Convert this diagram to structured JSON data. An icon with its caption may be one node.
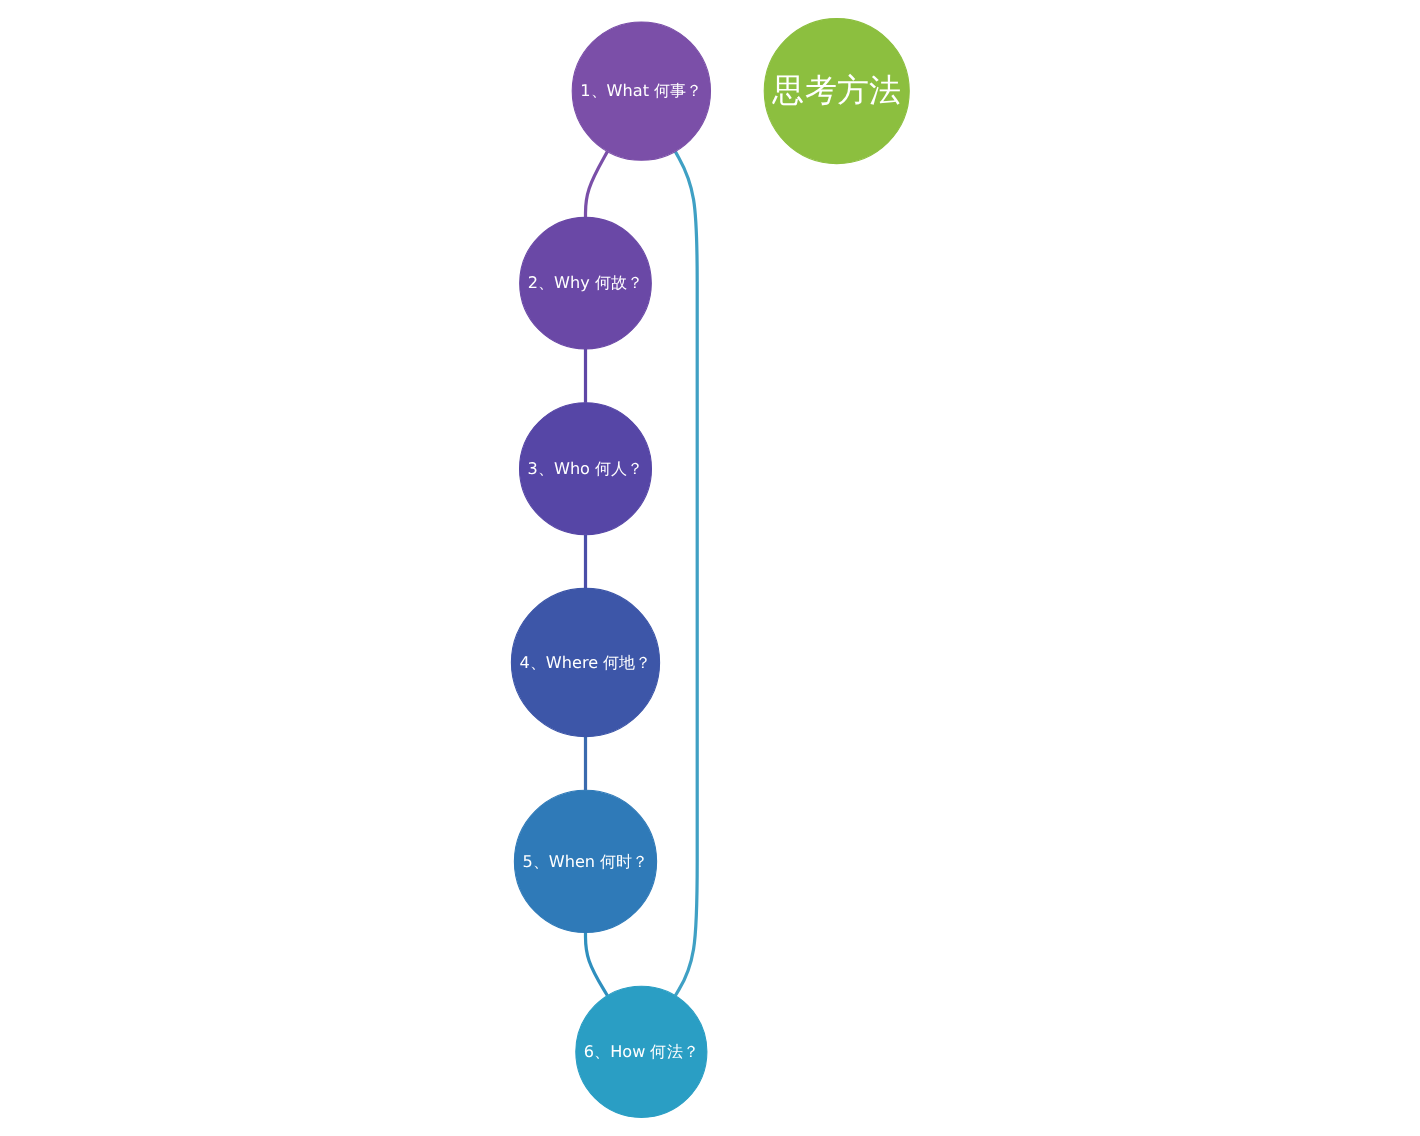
{
  "diagram": {
    "nodes": [
      {
        "text": [
          "1、What 何事？"
        ]
      },
      {
        "text": [
          "2、Why 何故？"
        ]
      },
      {
        "text": [
          "3、Who 何人？"
        ]
      },
      {
        "text": [
          "4、Where 何地？"
        ]
      },
      {
        "text": [
          "5、When 何时？"
        ]
      },
      {
        "text": [
          "6、How 何法？"
        ]
      },
      {
        "text": [
          "思考方法"
        ]
      }
    ],
    "edges": [
      {
        "from": 0,
        "to": 1,
        "arrow": "none",
        "color": "#7a4fa8"
      },
      {
        "from": 1,
        "to": 2,
        "arrow": "none",
        "color": "#5f47a6"
      },
      {
        "from": 2,
        "to": 3,
        "arrow": "none",
        "color": "#4a4ea8"
      },
      {
        "from": 3,
        "to": 4,
        "arrow": "none",
        "color": "#3a6aae"
      },
      {
        "from": 4,
        "to": 5,
        "arrow": "none",
        "color": "#2f8fbe"
      },
      {
        "from": 5,
        "to": 0,
        "arrow": "none",
        "color": "#3fa0c4"
      }
    ]
  }
}
